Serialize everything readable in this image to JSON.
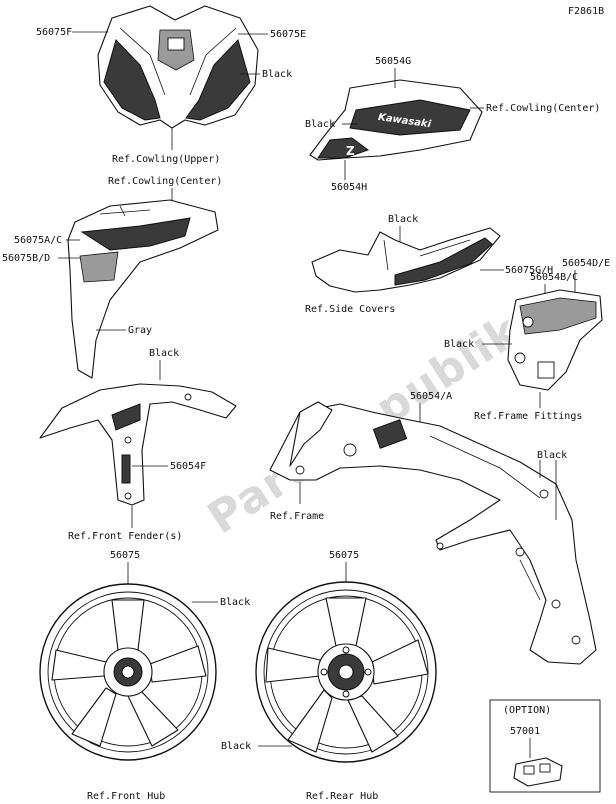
{
  "figure_code": "F2861B",
  "watermark": "PartsRepublik",
  "cowling_upper": {
    "parts": [
      "56075F",
      "56075E"
    ],
    "color": "Black",
    "ref": "Ref.Cowling(Upper)"
  },
  "cowling_center_side": {
    "parts": [
      "56054G",
      "56054H"
    ],
    "color": "Black",
    "ref": "Ref.Cowling(Center)",
    "decal_text": "Kawasaki"
  },
  "cowling_center_front": {
    "ref": "Ref.Cowling(Center)",
    "parts": [
      "56075A/C",
      "56075B/D"
    ],
    "color": "Gray"
  },
  "side_covers": {
    "color": "Black",
    "part": "56075G/H",
    "ref": "Ref.Side Covers"
  },
  "frame_fittings": {
    "parts": [
      "56054D/E",
      "56054B/C"
    ],
    "color": "Black",
    "ref": "Ref.Frame Fittings"
  },
  "front_fender": {
    "color": "Black",
    "part": "56054F",
    "ref": "Ref.Front Fender(s)"
  },
  "frame": {
    "part": "56054/A",
    "color": "Black",
    "ref": "Ref.Frame"
  },
  "front_hub": {
    "part": "56075",
    "color": "Black",
    "ref": "Ref.Front Hub"
  },
  "rear_hub": {
    "part": "56075",
    "color": "Black",
    "ref": "Ref.Rear Hub"
  },
  "option": {
    "title": "(OPTION)",
    "part": "57001"
  }
}
